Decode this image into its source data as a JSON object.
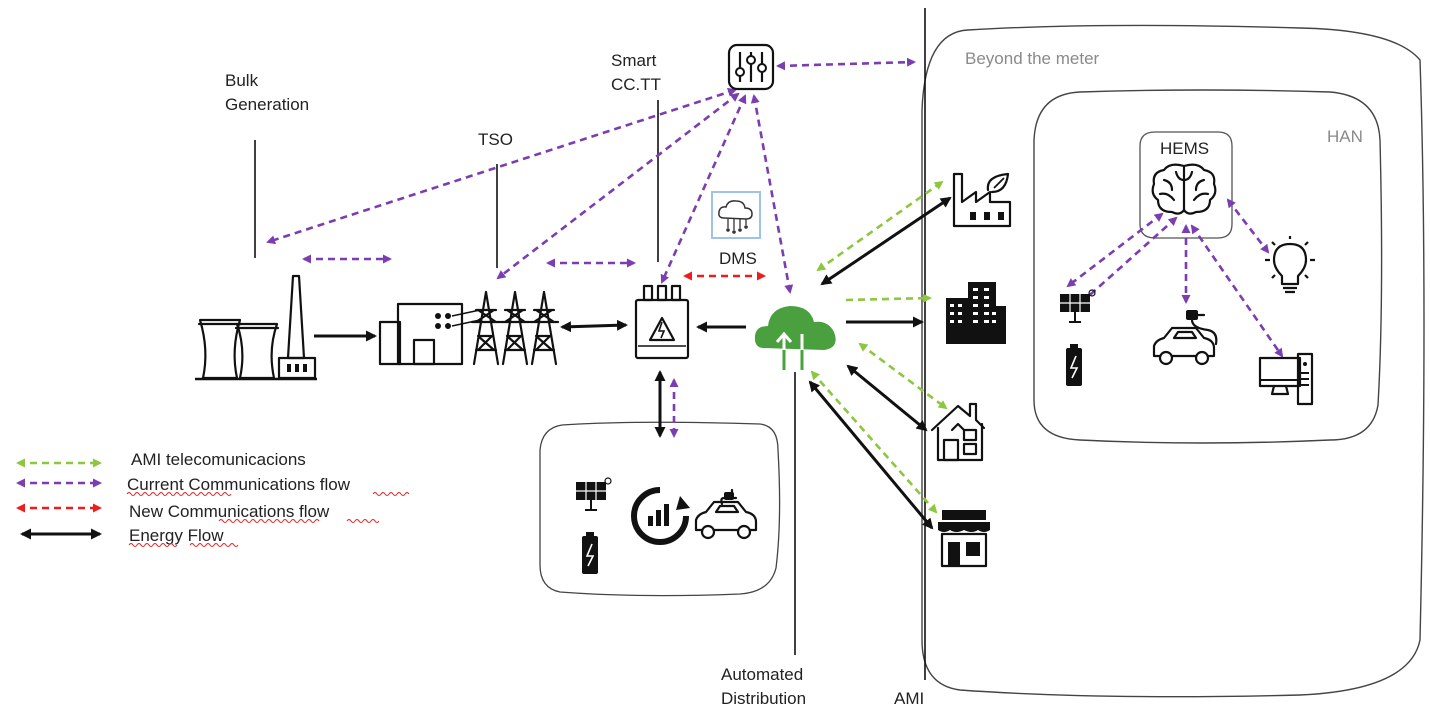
{
  "labels": {
    "bulk_generation_line1": "Bulk",
    "bulk_generation_line2": "Generation",
    "tso": "TSO",
    "smart_cctt_line1": "Smart",
    "smart_cctt_line2": "CC.TT",
    "dms": "DMS",
    "automated_distribution_line1": "Automated",
    "automated_distribution_line2": "Distribution",
    "ami": "AMI",
    "beyond_the_meter": "Beyond the meter",
    "han": "HAN",
    "hems": "HEMS"
  },
  "legend": {
    "items": [
      {
        "label": "AMI telecomunicacions",
        "color": "#8dc63f",
        "style": "dashed"
      },
      {
        "label": "Current Communications flow",
        "color": "#7b3db0",
        "style": "dashed"
      },
      {
        "label": "New Communications flow",
        "color": "#ee1c1c",
        "style": "dashed"
      },
      {
        "label": "Energy Flow",
        "color": "#111111",
        "style": "solid"
      }
    ]
  },
  "icons": [
    "power-plant-icon",
    "substation-icon",
    "transmission-tower-icon",
    "transformer-icon",
    "control-panel-icon",
    "dms-cloud-icon",
    "green-cloud-icon",
    "eco-factory-icon",
    "buildings-icon",
    "house-icon",
    "shop-icon",
    "solar-panel-icon",
    "battery-icon",
    "ev-car-icon",
    "brain-icon",
    "light-bulb-icon",
    "computer-icon",
    "energy-cycle-icon"
  ],
  "colors": {
    "current_communications": "#7b3db0",
    "ami_telecom": "#8dc63f",
    "new_communications": "#ee1c1c",
    "energy": "#111111",
    "cloud": "#4aa03f",
    "dms_box": "#9ec3e6"
  }
}
